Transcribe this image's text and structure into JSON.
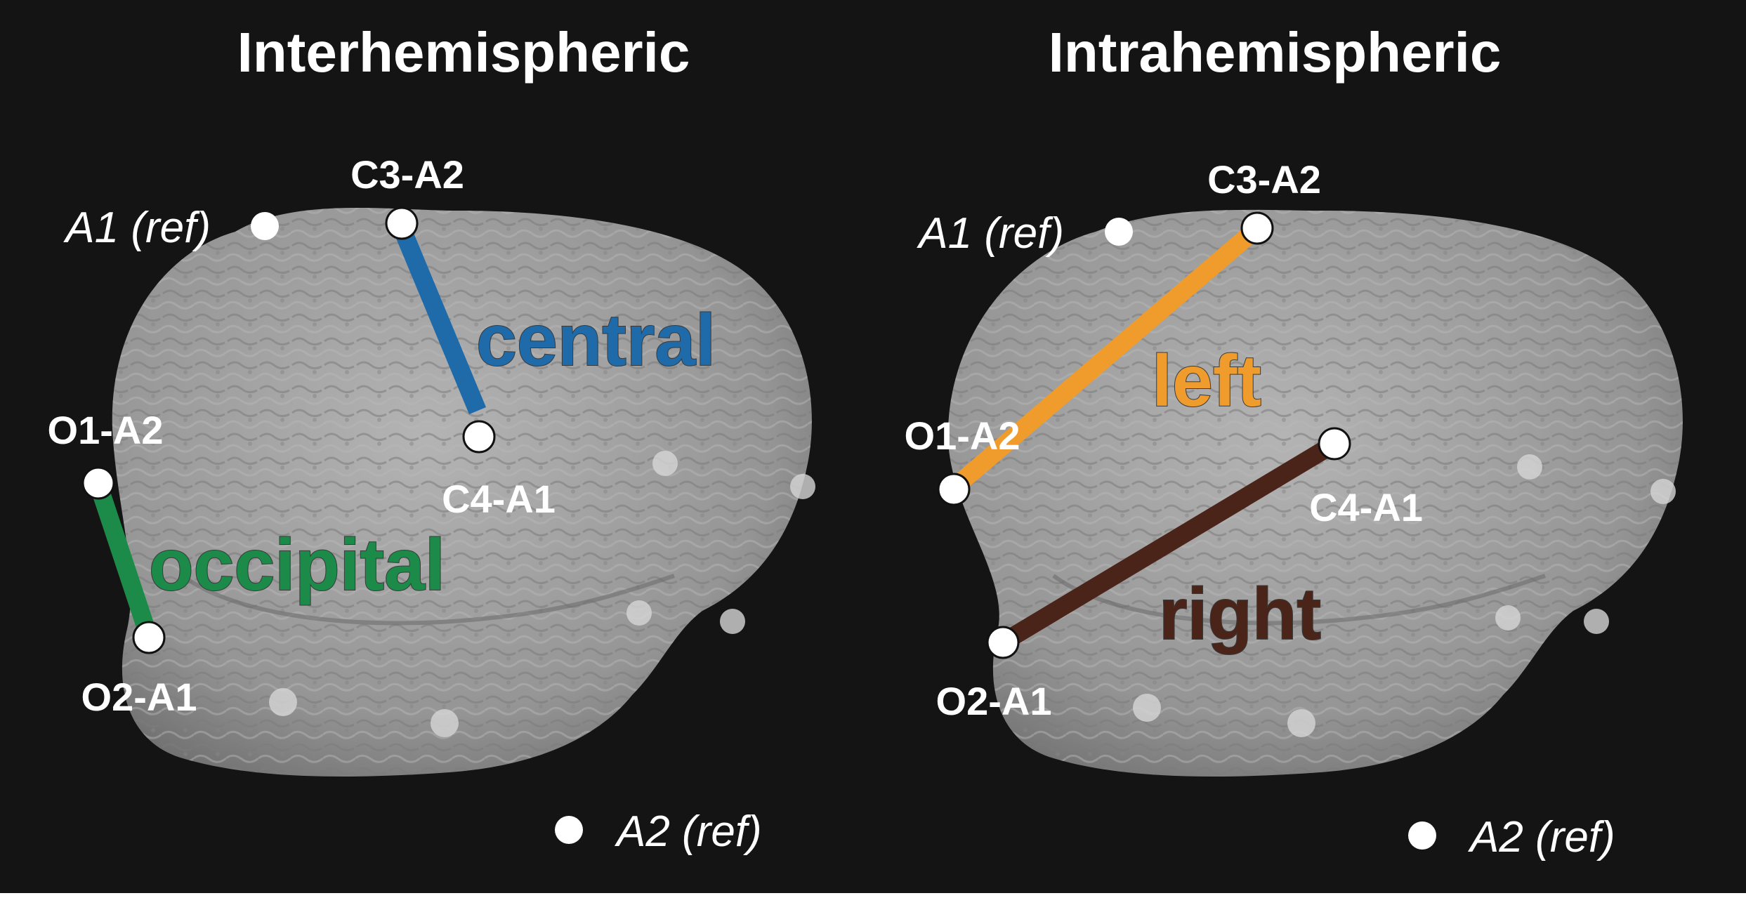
{
  "panels": [
    {
      "title": "Interhemispheric",
      "references": [
        "A1 (ref)",
        "A2 (ref)"
      ],
      "electrodes": [
        "C3-A2",
        "C4-A1",
        "O1-A2",
        "O2-A1"
      ],
      "connections": [
        {
          "label": "central",
          "color": "#1f6aa8",
          "from": "C3-A2",
          "to": "C4-A1"
        },
        {
          "label": "occipital",
          "color": "#1c8a48",
          "from": "O1-A2",
          "to": "O2-A1"
        }
      ]
    },
    {
      "title": "Intrahemispheric",
      "references": [
        "A1 (ref)",
        "A2 (ref)"
      ],
      "electrodes": [
        "C3-A2",
        "C4-A1",
        "O1-A2",
        "O2-A1"
      ],
      "connections": [
        {
          "label": "left",
          "color": "#f09c2c",
          "from": "C3-A2",
          "to": "O1-A2"
        },
        {
          "label": "right",
          "color": "#4a2418",
          "from": "C4-A1",
          "to": "O2-A1"
        }
      ]
    }
  ],
  "colors": {
    "background": "#141414",
    "brain": "#9c9c9c",
    "electrode": "#ffffff"
  }
}
